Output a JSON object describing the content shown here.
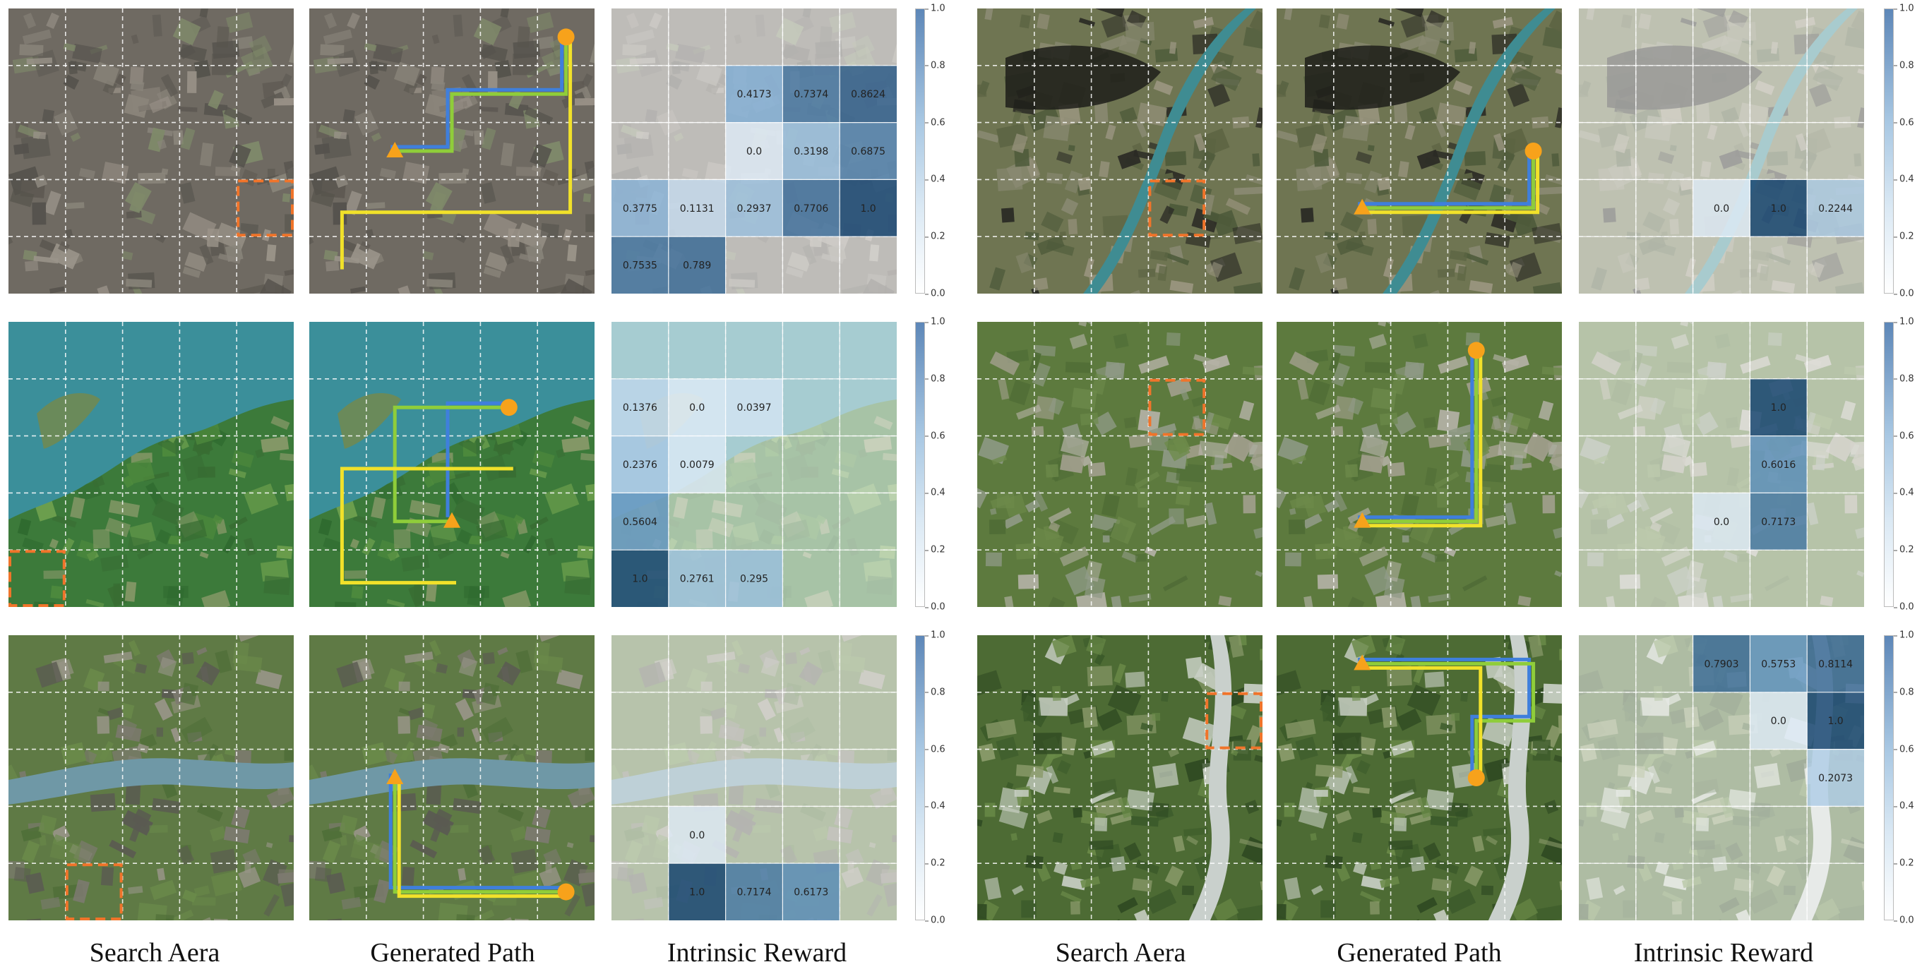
{
  "column_labels": [
    "Search Aera",
    "Generated Path",
    "Intrinsic Reward",
    "Search Aera",
    "Generated Path",
    "Intrinsic Reward"
  ],
  "colorbar_ticks": [
    "0.0",
    "0.2",
    "0.4",
    "0.6",
    "0.8",
    "1.0"
  ],
  "colors": {
    "target_box": "#f0742a",
    "marker": "#f7a21b",
    "path_blue": "#3f7fdc",
    "path_green": "#8fcd3a",
    "path_yellow": "#f1e12a",
    "reward_high": "#0d3d6b"
  },
  "examples": [
    {
      "id": "a1",
      "theme": "urban",
      "target": [
        4,
        3
      ],
      "start": [
        1,
        2
      ],
      "goal": [
        4,
        0
      ],
      "paths": [
        [
          [
            1,
            2
          ],
          [
            2,
            2
          ],
          [
            2,
            1
          ],
          [
            4,
            1
          ],
          [
            4,
            0
          ]
        ],
        [
          [
            1,
            2
          ],
          [
            2,
            2
          ],
          [
            2,
            1
          ],
          [
            4,
            1
          ],
          [
            4,
            0
          ]
        ],
        [
          [
            0,
            4
          ],
          [
            0,
            3
          ],
          [
            4,
            3
          ],
          [
            4,
            0
          ]
        ]
      ],
      "rewards": [
        {
          "r": 1,
          "c": 2,
          "label": "0.4173",
          "v": 0.4173
        },
        {
          "r": 1,
          "c": 3,
          "label": "0.7374",
          "v": 0.7374
        },
        {
          "r": 1,
          "c": 4,
          "label": "0.8624",
          "v": 0.8624
        },
        {
          "r": 2,
          "c": 2,
          "label": "0.0",
          "v": 0.0
        },
        {
          "r": 2,
          "c": 3,
          "label": "0.3198",
          "v": 0.3198
        },
        {
          "r": 2,
          "c": 4,
          "label": "0.6875",
          "v": 0.6875
        },
        {
          "r": 3,
          "c": 0,
          "label": "0.3775",
          "v": 0.3775
        },
        {
          "r": 3,
          "c": 1,
          "label": "0.1131",
          "v": 0.1131
        },
        {
          "r": 3,
          "c": 2,
          "label": "0.2937",
          "v": 0.2937
        },
        {
          "r": 3,
          "c": 3,
          "label": "0.7706",
          "v": 0.7706
        },
        {
          "r": 3,
          "c": 4,
          "label": "1.0",
          "v": 1.0
        },
        {
          "r": 4,
          "c": 0,
          "label": "0.7535",
          "v": 0.7535
        },
        {
          "r": 4,
          "c": 1,
          "label": "0.789",
          "v": 0.789
        }
      ]
    },
    {
      "id": "b1",
      "theme": "valley",
      "target": [
        3,
        3
      ],
      "start": [
        1,
        3
      ],
      "goal": [
        4,
        2
      ],
      "paths": [
        [
          [
            1,
            3
          ],
          [
            4,
            3
          ],
          [
            4,
            2
          ]
        ],
        [
          [
            1,
            3
          ],
          [
            4,
            3
          ],
          [
            4,
            2
          ]
        ],
        [
          [
            1,
            3
          ],
          [
            4,
            3
          ],
          [
            4,
            2
          ]
        ]
      ],
      "rewards": [
        {
          "r": 3,
          "c": 2,
          "label": "0.0",
          "v": 0.0
        },
        {
          "r": 3,
          "c": 3,
          "label": "1.0",
          "v": 1.0
        },
        {
          "r": 3,
          "c": 4,
          "label": "0.2244",
          "v": 0.2244
        }
      ]
    },
    {
      "id": "a2",
      "theme": "lake",
      "target": [
        0,
        4
      ],
      "start": [
        2,
        3
      ],
      "goal": [
        3,
        1
      ],
      "paths": [
        [
          [
            2,
            3
          ],
          [
            2,
            1
          ],
          [
            3,
            1
          ]
        ],
        [
          [
            2,
            3
          ],
          [
            1,
            3
          ],
          [
            1,
            1
          ],
          [
            3,
            1
          ]
        ],
        [
          [
            2,
            4
          ],
          [
            0,
            4
          ],
          [
            0,
            2
          ],
          [
            3,
            2
          ]
        ]
      ],
      "rewards": [
        {
          "r": 1,
          "c": 0,
          "label": "0.1376",
          "v": 0.1376
        },
        {
          "r": 1,
          "c": 1,
          "label": "0.0",
          "v": 0.0
        },
        {
          "r": 1,
          "c": 2,
          "label": "0.0397",
          "v": 0.0397
        },
        {
          "r": 2,
          "c": 0,
          "label": "0.2376",
          "v": 0.2376
        },
        {
          "r": 2,
          "c": 1,
          "label": "0.0079",
          "v": 0.0079
        },
        {
          "r": 3,
          "c": 0,
          "label": "0.5604",
          "v": 0.5604
        },
        {
          "r": 4,
          "c": 0,
          "label": "1.0",
          "v": 1.0
        },
        {
          "r": 4,
          "c": 1,
          "label": "0.2761",
          "v": 0.2761
        },
        {
          "r": 4,
          "c": 2,
          "label": "0.295",
          "v": 0.295
        }
      ]
    },
    {
      "id": "b2",
      "theme": "campus",
      "target": [
        3,
        1
      ],
      "start": [
        1,
        3
      ],
      "goal": [
        3,
        0
      ],
      "paths": [
        [
          [
            1,
            3
          ],
          [
            3,
            3
          ],
          [
            3,
            0
          ]
        ],
        [
          [
            1,
            3
          ],
          [
            3,
            3
          ],
          [
            3,
            0
          ]
        ],
        [
          [
            1,
            3
          ],
          [
            3,
            3
          ],
          [
            3,
            0
          ]
        ]
      ],
      "rewards": [
        {
          "r": 1,
          "c": 3,
          "label": "1.0",
          "v": 1.0
        },
        {
          "r": 2,
          "c": 3,
          "label": "0.6016",
          "v": 0.6016
        },
        {
          "r": 3,
          "c": 2,
          "label": "0.0",
          "v": 0.0
        },
        {
          "r": 3,
          "c": 3,
          "label": "0.7173",
          "v": 0.7173
        }
      ]
    },
    {
      "id": "a3",
      "theme": "river",
      "target": [
        1,
        4
      ],
      "start": [
        1,
        2
      ],
      "goal": [
        4,
        4
      ],
      "paths": [
        [
          [
            1,
            2
          ],
          [
            1,
            4
          ],
          [
            4,
            4
          ]
        ],
        [
          [
            1,
            2
          ],
          [
            1,
            4
          ],
          [
            4,
            4
          ]
        ],
        [
          [
            1,
            2
          ],
          [
            1,
            4
          ],
          [
            4,
            4
          ]
        ]
      ],
      "rewards": [
        {
          "r": 3,
          "c": 1,
          "label": "0.0",
          "v": 0.0
        },
        {
          "r": 4,
          "c": 1,
          "label": "1.0",
          "v": 1.0
        },
        {
          "r": 4,
          "c": 2,
          "label": "0.7174",
          "v": 0.7174
        },
        {
          "r": 4,
          "c": 3,
          "label": "0.6173",
          "v": 0.6173
        }
      ]
    },
    {
      "id": "b3",
      "theme": "forest",
      "target": [
        4,
        1
      ],
      "start": [
        1,
        0
      ],
      "goal": [
        3,
        2
      ],
      "paths": [
        [
          [
            1,
            0
          ],
          [
            4,
            0
          ],
          [
            4,
            1
          ],
          [
            3,
            1
          ],
          [
            3,
            2
          ]
        ],
        [
          [
            1,
            0
          ],
          [
            4,
            0
          ],
          [
            4,
            1
          ],
          [
            3,
            1
          ],
          [
            3,
            2
          ]
        ],
        [
          [
            1,
            0
          ],
          [
            3,
            0
          ],
          [
            3,
            2
          ]
        ]
      ],
      "rewards": [
        {
          "r": 0,
          "c": 2,
          "label": "0.7903",
          "v": 0.7903
        },
        {
          "r": 0,
          "c": 3,
          "label": "0.5753",
          "v": 0.5753
        },
        {
          "r": 0,
          "c": 4,
          "label": "0.8114",
          "v": 0.8114
        },
        {
          "r": 1,
          "c": 3,
          "label": "0.0",
          "v": 0.0
        },
        {
          "r": 1,
          "c": 4,
          "label": "1.0",
          "v": 1.0
        },
        {
          "r": 2,
          "c": 4,
          "label": "0.2073",
          "v": 0.2073
        }
      ]
    }
  ]
}
